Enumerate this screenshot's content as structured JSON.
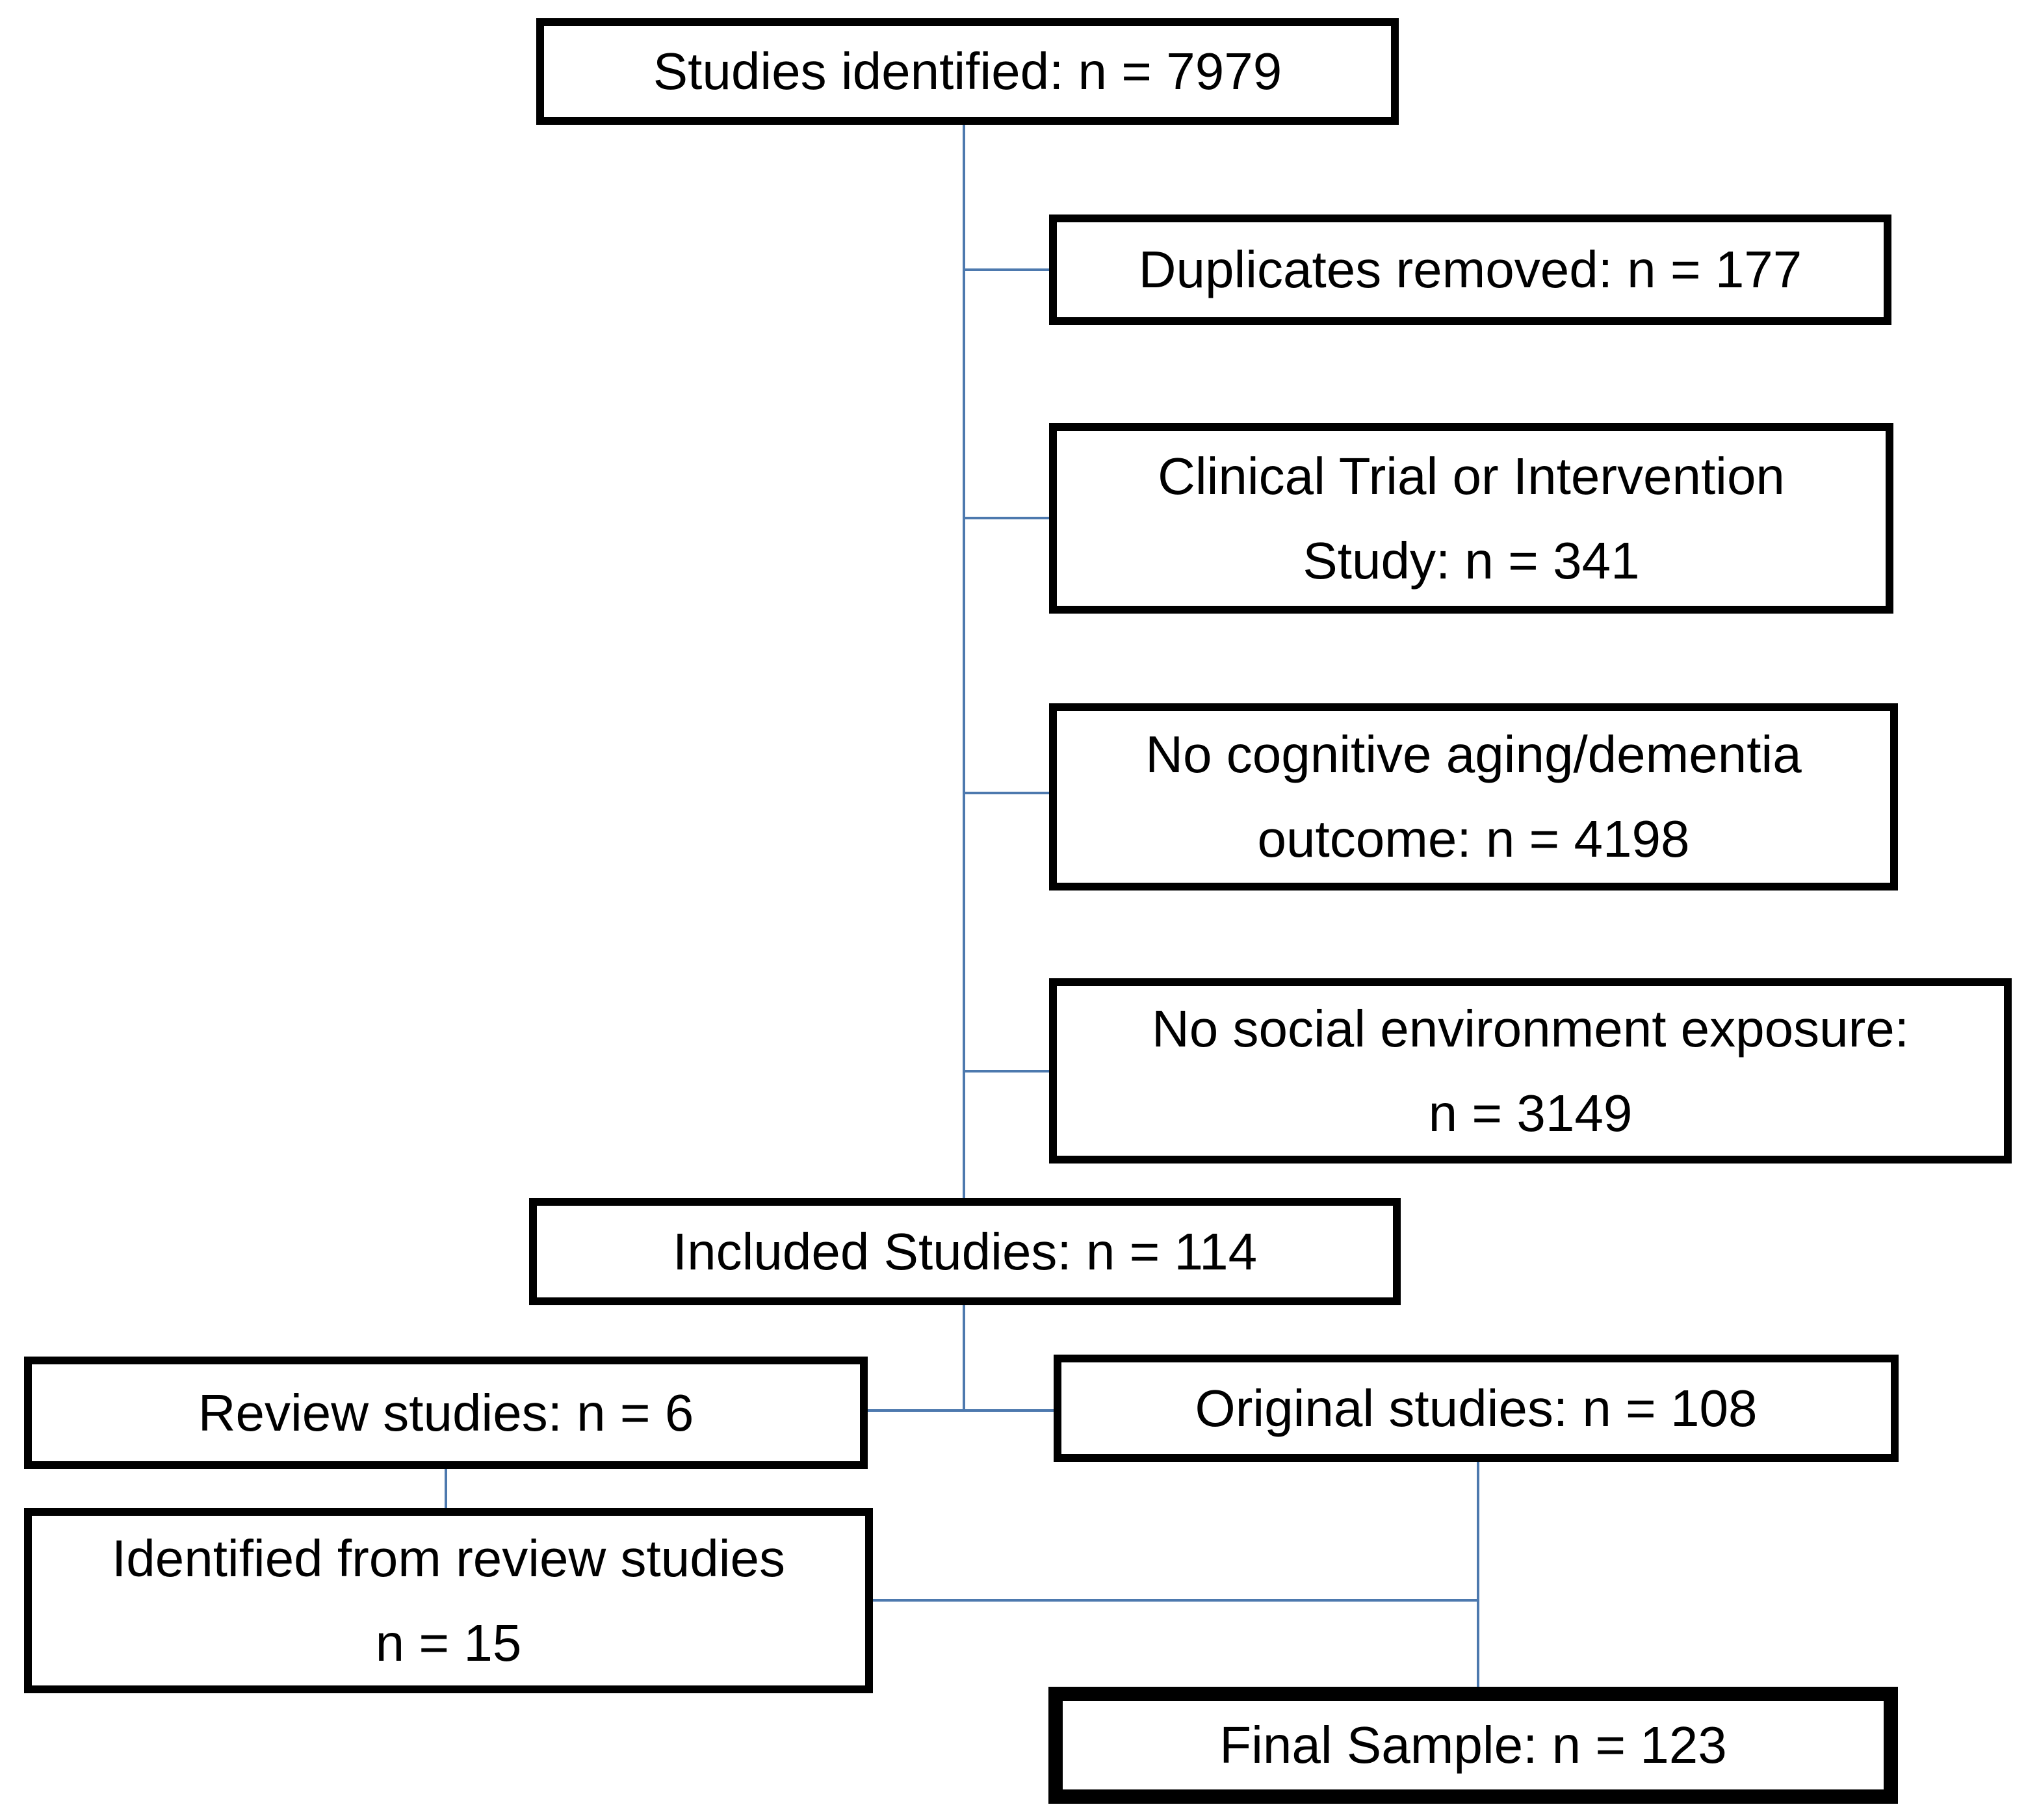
{
  "colors": {
    "connector": "#4d79ae",
    "border": "#000000",
    "text": "#000000",
    "background": "#ffffff"
  },
  "nodes": {
    "studies_identified": {
      "label": "Studies identified: n = 7979",
      "n": 7979
    },
    "duplicates": {
      "label": "Duplicates removed: n = 177",
      "n": 177
    },
    "clinical": {
      "line1": "Clinical Trial or Intervention",
      "line2": "Study: n = 341",
      "n": 341
    },
    "cognitive": {
      "line1": "No cognitive aging/dementia",
      "line2": "outcome: n = 4198",
      "n": 4198
    },
    "social": {
      "line1": "No social environment exposure:",
      "line2": "n = 3149",
      "n": 3149
    },
    "included": {
      "label": "Included Studies: n = 114",
      "n": 114
    },
    "review": {
      "label": "Review studies: n = 6",
      "n": 6
    },
    "original": {
      "label": "Original studies: n = 108",
      "n": 108
    },
    "identified_from_review": {
      "line1": "Identified from review studies",
      "line2": "n = 15",
      "n": 15
    },
    "final": {
      "label": "Final Sample: n = 123",
      "n": 123
    }
  },
  "edges": [
    {
      "from": "studies_identified",
      "to": "included"
    },
    {
      "from": "studies_identified",
      "to": "duplicates"
    },
    {
      "from": "studies_identified",
      "to": "clinical"
    },
    {
      "from": "studies_identified",
      "to": "cognitive"
    },
    {
      "from": "studies_identified",
      "to": "social"
    },
    {
      "from": "included",
      "to": "review"
    },
    {
      "from": "included",
      "to": "original"
    },
    {
      "from": "review",
      "to": "identified_from_review"
    },
    {
      "from": "identified_from_review",
      "to": "final"
    },
    {
      "from": "original",
      "to": "final"
    }
  ]
}
